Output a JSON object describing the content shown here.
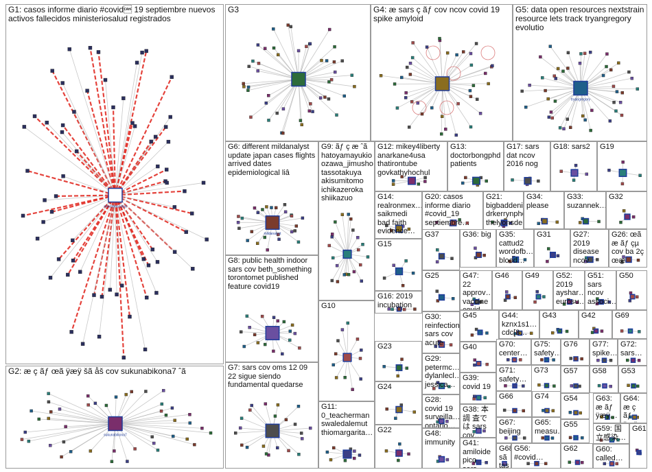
{
  "title": "",
  "groups": [
    {
      "id": "G1",
      "label": "G1: casos informe diario #covid\u0018 19 septiembre nuevos activos fallecidos ministeriosalud registrados",
      "hub": "ministeriosalud",
      "nodes": 70,
      "dense": true
    },
    {
      "id": "G2",
      "label": "G2: æ ç ãƒ œã ÿæÿ šã åš cov sukunabikona7 ˆã",
      "hub": "sukunabikona7",
      "nodes": 44
    },
    {
      "id": "G3",
      "label": "G3",
      "hub": "",
      "nodes": 48
    },
    {
      "id": "G4",
      "label": "G4: æ sars ç ãƒ cov ncov covid 19 spike amyloid",
      "hub": "",
      "nodes": 40
    },
    {
      "id": "G5",
      "label": "G5: data open resources nextstrain resource lets track tryangregory evolutio",
      "hub": "tryangregory",
      "nodes": 46
    },
    {
      "id": "G6",
      "label": "G6: different mildanalyst update japan cases flights arrived dates epidemiological liâ",
      "hub": "mildanalyst",
      "nodes": 26
    },
    {
      "id": "G7",
      "label": "G7: sars cov oms 12 09 22 sigue siendo fundamental quedarse",
      "hub": "",
      "nodes": 22
    },
    {
      "id": "G8",
      "label": "G8: public health indoor sars cov beth_something torontomet published feature covid19",
      "hub": "",
      "nodes": 18
    },
    {
      "id": "G9",
      "label": "G9: ãƒ ç æ ˆã hatoyamayukio ozawa_jimusho tassotakuya akisumitomo ichikazeroka shiikazuo",
      "hub": "",
      "nodes": 22
    },
    {
      "id": "G10",
      "label": "G10",
      "hub": "",
      "nodes": 12
    },
    {
      "id": "G11",
      "label": "G11: 0_teacherman swaledalemut thiomargarita…",
      "hub": "",
      "nodes": 8
    },
    {
      "id": "G12",
      "label": "G12: mikey4liberty anarkane4usa thatirontube govkathyhochul",
      "hub": "",
      "nodes": 6
    },
    {
      "id": "G13",
      "label": "G13: doctorbongphd patients",
      "hub": "",
      "nodes": 5
    },
    {
      "id": "G14",
      "label": "G14: realronmex… saikmedi bad faith evidence…",
      "hub": "",
      "nodes": 5
    },
    {
      "id": "G15",
      "label": "G15",
      "hub": "",
      "nodes": 5
    },
    {
      "id": "G16",
      "label": "G16: 2019 incubation",
      "hub": "",
      "nodes": 5
    },
    {
      "id": "G17",
      "label": "G17: sars dat ncov 2016 nog",
      "hub": "",
      "nodes": 4
    },
    {
      "id": "G18",
      "label": "G18: sars2",
      "hub": "",
      "nodes": 4
    },
    {
      "id": "G19",
      "label": "G19",
      "hub": "",
      "nodes": 4
    },
    {
      "id": "G20",
      "label": "G20: casos informe diario #covid_19 septiembre…",
      "hub": "",
      "nodes": 4
    },
    {
      "id": "G21",
      "label": "G21: bigbaddenis drkerrynphel… thelyonsden…",
      "hub": "",
      "nodes": 4
    },
    {
      "id": "G22",
      "label": "G22",
      "hub": "",
      "nodes": 4
    },
    {
      "id": "G23",
      "label": "G23",
      "hub": "",
      "nodes": 4
    },
    {
      "id": "G24",
      "label": "G24",
      "hub": "",
      "nodes": 4
    },
    {
      "id": "G25",
      "label": "G25",
      "hub": "",
      "nodes": 3
    },
    {
      "id": "G26",
      "label": "G26: œã æ ãƒ çµ cov ba 2ç œæ",
      "hub": "",
      "nodes": 3
    },
    {
      "id": "G27",
      "label": "G27: 2019 disease ncov",
      "hub": "",
      "nodes": 3
    },
    {
      "id": "G28",
      "label": "G28: covid 19 surveilla… ontario…",
      "hub": "",
      "nodes": 3
    },
    {
      "id": "G29",
      "label": "G29: petermc… dylanlecl… jessica…",
      "hub": "",
      "nodes": 3
    },
    {
      "id": "G30",
      "label": "G30: reinfection sars cov acute",
      "hub": "",
      "nodes": 3
    },
    {
      "id": "G31",
      "label": "G31",
      "hub": "",
      "nodes": 3
    },
    {
      "id": "G32",
      "label": "G32",
      "hub": "",
      "nodes": 3
    },
    {
      "id": "G33",
      "label": "G33: suzannek…",
      "hub": "",
      "nodes": 3
    },
    {
      "id": "G34",
      "label": "G34: please",
      "hub": "",
      "nodes": 3
    },
    {
      "id": "G35",
      "label": "G35: cattud2 wordofb… blood…",
      "hub": "",
      "nodes": 3
    },
    {
      "id": "G36",
      "label": "G36: big",
      "hub": "",
      "nodes": 3
    },
    {
      "id": "G37",
      "label": "G37",
      "hub": "",
      "nodes": 3
    },
    {
      "id": "G38",
      "label": "G38: 本調 査では sars cov…",
      "hub": "",
      "nodes": 3
    },
    {
      "id": "G39",
      "label": "G39: covid 19",
      "hub": "",
      "nodes": 3
    },
    {
      "id": "G40",
      "label": "G40",
      "hub": "",
      "nodes": 3
    },
    {
      "id": "G41",
      "label": "G41: amiloide pico sars…",
      "hub": "",
      "nodes": 3
    },
    {
      "id": "G42",
      "label": "G42",
      "hub": "",
      "nodes": 3
    },
    {
      "id": "G43",
      "label": "G43",
      "hub": "",
      "nodes": 3
    },
    {
      "id": "G44",
      "label": "G44: kznx1s1… cdc[3…",
      "hub": "",
      "nodes": 3
    },
    {
      "id": "G45",
      "label": "G45",
      "hub": "",
      "nodes": 3
    },
    {
      "id": "G46",
      "label": "G46",
      "hub": "",
      "nodes": 3
    },
    {
      "id": "G47",
      "label": "G47: 22 approv… vaccine covid…",
      "hub": "",
      "nodes": 3
    },
    {
      "id": "G48",
      "label": "G48: immunity",
      "hub": "",
      "nodes": 3
    },
    {
      "id": "G49",
      "label": "G49",
      "hub": "",
      "nodes": 3
    },
    {
      "id": "G50",
      "label": "G50",
      "hub": "",
      "nodes": 3
    },
    {
      "id": "G51",
      "label": "G51: sars ncov associ…",
      "hub": "",
      "nodes": 3
    },
    {
      "id": "G52",
      "label": "G52: 2019 ayshar… eurosu…",
      "hub": "",
      "nodes": 3
    },
    {
      "id": "G53",
      "label": "G53",
      "hub": "",
      "nodes": 2
    },
    {
      "id": "G54",
      "label": "G54",
      "hub": "",
      "nodes": 2
    },
    {
      "id": "G55",
      "label": "G55",
      "hub": "",
      "nodes": 2
    },
    {
      "id": "G56",
      "label": "G56: #covid…",
      "hub": "",
      "nodes": 2
    },
    {
      "id": "G57",
      "label": "G57",
      "hub": "",
      "nodes": 2
    },
    {
      "id": "G58",
      "label": "G58",
      "hub": "",
      "nodes": 2
    },
    {
      "id": "G59",
      "label": "G59: 国 立感染…",
      "hub": "",
      "nodes": 2
    },
    {
      "id": "G60",
      "label": "G60: called…",
      "hub": "",
      "nodes": 2
    },
    {
      "id": "G61",
      "label": "G61",
      "hub": "",
      "nodes": 2
    },
    {
      "id": "G62",
      "label": "G62",
      "hub": "",
      "nodes": 2
    },
    {
      "id": "G63",
      "label": "G63: æ ãƒ ÿæÿ…",
      "hub": "",
      "nodes": 2
    },
    {
      "id": "G64",
      "label": "G64: æ ç ãƒ ÿæÿ…",
      "hub": "",
      "nodes": 2
    },
    {
      "id": "G65",
      "label": "G65: measu…",
      "hub": "",
      "nodes": 2
    },
    {
      "id": "G66",
      "label": "G66",
      "hub": "",
      "nodes": 2
    },
    {
      "id": "G67",
      "label": "G67: beijing",
      "hub": "",
      "nodes": 2
    },
    {
      "id": "G68",
      "label": "G68: sã tas",
      "hub": "",
      "nodes": 2
    },
    {
      "id": "G69",
      "label": "G69",
      "hub": "",
      "nodes": 2
    },
    {
      "id": "G70",
      "label": "G70: center…",
      "hub": "",
      "nodes": 2
    },
    {
      "id": "G71",
      "label": "G71: safety…",
      "hub": "",
      "nodes": 2
    },
    {
      "id": "G72",
      "label": "G72: sars…",
      "hub": "",
      "nodes": 2
    },
    {
      "id": "G73",
      "label": "G73",
      "hub": "",
      "nodes": 2
    },
    {
      "id": "G74",
      "label": "G74",
      "hub": "",
      "nodes": 2
    },
    {
      "id": "G75",
      "label": "G75: safety…",
      "hub": "",
      "nodes": 2
    },
    {
      "id": "G76",
      "label": "G76",
      "hub": "",
      "nodes": 2
    },
    {
      "id": "G77",
      "label": "G77: spike…",
      "hub": "",
      "nodes": 2
    }
  ],
  "colors": {
    "border": "#9a9a9a",
    "edge": "#b0b0b0",
    "red_edge": "#e0221a",
    "dark_node": "#2b2f5e",
    "hub": "#1f3c9a"
  }
}
